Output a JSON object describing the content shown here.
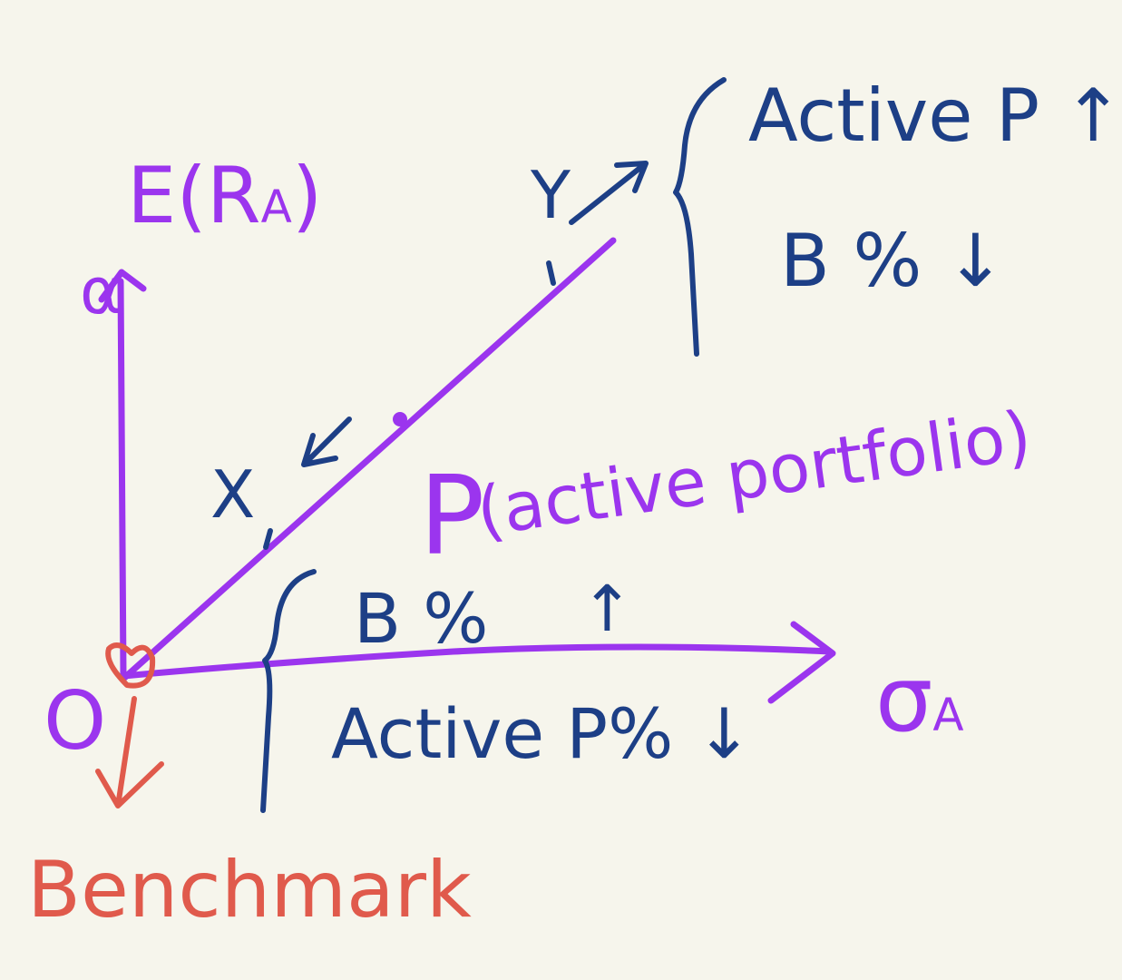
{
  "colors": {
    "background": "#f6f5ec",
    "axes": "#9b35ee",
    "notes": "#1d3f86",
    "benchmark": "#e05a4c"
  },
  "labels": {
    "y_axis": "E(R",
    "y_axis_sub": "A",
    "y_axis_close": ")",
    "alpha": "α",
    "x_axis": "σ",
    "x_axis_sub": "A",
    "origin": "O",
    "benchmark": "Benchmark",
    "point_p": "P",
    "point_p_desc": "(active portfolio)",
    "point_x": "X",
    "point_y": "Y"
  },
  "notes": {
    "upper": {
      "line1": "Active P ↑",
      "line2": "B % ↓"
    },
    "lower": {
      "line1": "B %",
      "line1_arrow": "↑",
      "line2": "Active P% ↓"
    }
  }
}
